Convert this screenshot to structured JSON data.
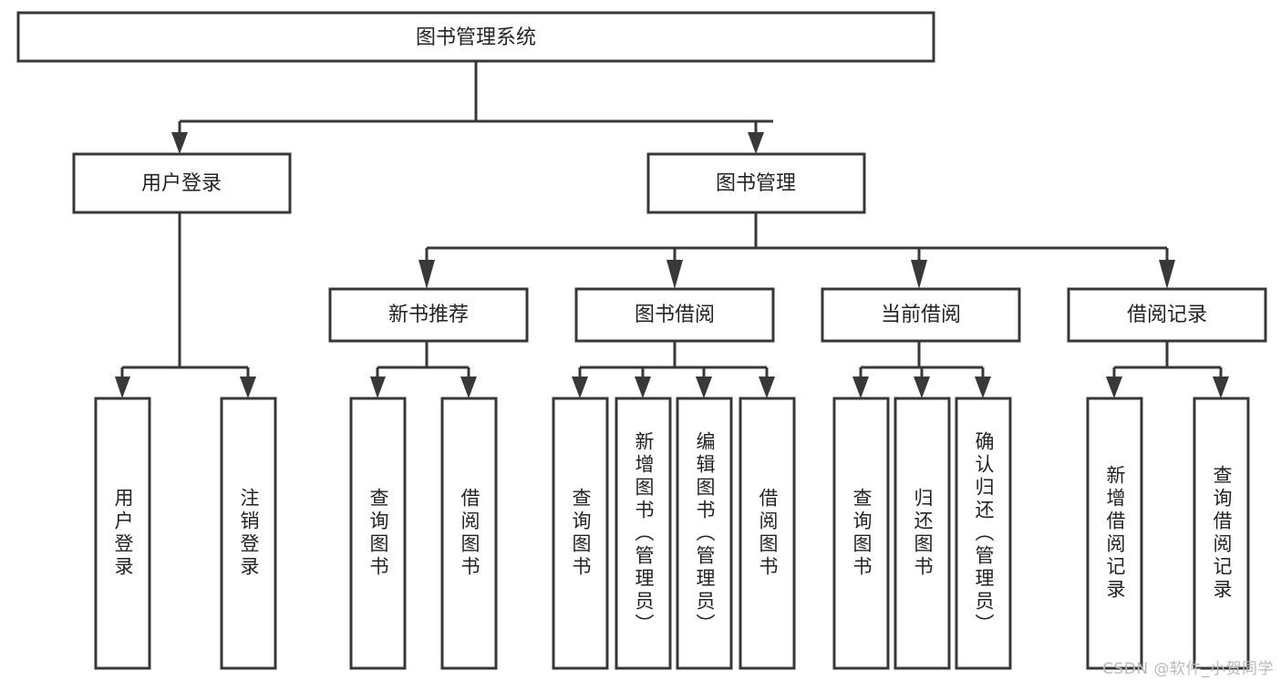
{
  "diagram": {
    "type": "tree-hierarchy-chart",
    "title": "图书管理系统",
    "colors": {
      "box_stroke": "#38383b",
      "box_fill": "#ffffff",
      "text": "#232323",
      "background": "#ffffff",
      "watermark": "#b9b9b9"
    },
    "levels": {
      "root": {
        "label": "图书管理系统"
      },
      "level2": [
        {
          "label": "用户登录"
        },
        {
          "label": "图书管理"
        }
      ],
      "level3": [
        {
          "label": "新书推荐"
        },
        {
          "label": "图书借阅"
        },
        {
          "label": "当前借阅"
        },
        {
          "label": "借阅记录"
        }
      ],
      "leaves": {
        "user_login": [
          {
            "label": "用户登录"
          },
          {
            "label": "注销登录"
          }
        ],
        "new_book_recommend": [
          {
            "label": "查询图书"
          },
          {
            "label": "借阅图书"
          }
        ],
        "book_borrow": [
          {
            "label": "查询图书"
          },
          {
            "label": "新增图书（管理员）"
          },
          {
            "label": "编辑图书（管理员）"
          },
          {
            "label": "借阅图书"
          }
        ],
        "current_borrow": [
          {
            "label": "查询图书"
          },
          {
            "label": "归还图书"
          },
          {
            "label": "确认归还（管理员）"
          }
        ],
        "borrow_record": [
          {
            "label": "新增借阅记录"
          },
          {
            "label": "查询借阅记录"
          }
        ]
      }
    },
    "watermark": "CSDN @软件_小贺同学"
  }
}
